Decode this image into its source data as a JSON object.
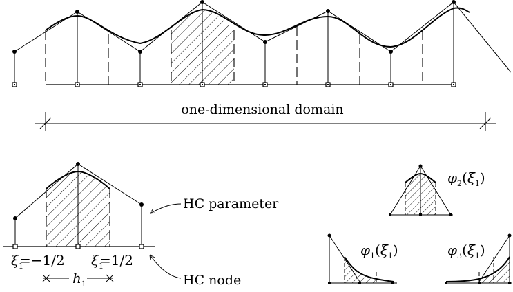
{
  "main_diagram": {
    "domain_label": "one-dimensional domain"
  },
  "element_diagram": {
    "annotations": {
      "parameter": "HC parameter",
      "node": "HC node"
    },
    "coord_left": {
      "greek": "ξ",
      "sub": "1",
      "rel": "=−1/2"
    },
    "coord_right": {
      "greek": "ξ",
      "sub": "1",
      "rel": "=1/2"
    },
    "width": {
      "var": "h",
      "sub": "1"
    }
  },
  "basis_functions": {
    "phi1": {
      "name": "φ",
      "sub": "1",
      "arg": "ξ",
      "argsub": "1"
    },
    "phi2": {
      "name": "φ",
      "sub": "2",
      "arg": "ξ",
      "argsub": "1"
    },
    "phi3": {
      "name": "φ",
      "sub": "3",
      "arg": "ξ",
      "argsub": "1"
    }
  }
}
